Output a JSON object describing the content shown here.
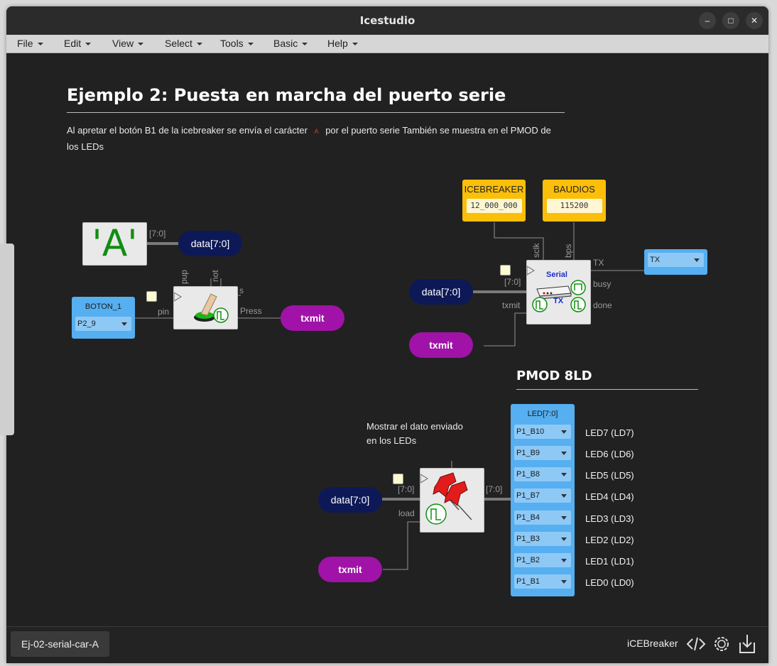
{
  "window": {
    "title": "Icestudio"
  },
  "menu": [
    "File",
    "Edit",
    "View",
    "Select",
    "Tools",
    "Basic",
    "Help"
  ],
  "heading": "Ejemplo 2: Puesta en marcha del puerto serie",
  "description": {
    "before": "Al apretar el botón B1 de la icebreaker se envía el carácter",
    "char": "A",
    "after": "por el puerto serie También se muestra en el PMOD de",
    "line2": "los LEDs"
  },
  "constant_block": {
    "value": "'A'",
    "bus": "[7:0]"
  },
  "labels": {
    "data": "data[7:0]",
    "txmit": "txmit"
  },
  "button_input": {
    "title": "BOTON_1",
    "pin": "P2_9"
  },
  "button_block": {
    "pup": "pup",
    "not": "not",
    "s": "s",
    "pin": "pin",
    "press": "Press"
  },
  "constants": [
    {
      "name": "ICEBREAKER",
      "value": "12_000_000"
    },
    {
      "name": "BAUDIOS",
      "value": "115200"
    }
  ],
  "serial_block": {
    "title": "Serial",
    "tx": "TX",
    "sclk": "sclk",
    "bps": "bps",
    "bus": "[7:0]",
    "txmit": "txmit",
    "out_tx": "TX",
    "busy": "busy",
    "done": "done"
  },
  "tx_output": {
    "pin": "TX"
  },
  "pmod": {
    "title": "PMOD 8LD",
    "box_title": "LED[7:0]",
    "pins": [
      "P1_B10",
      "P1_B9",
      "P1_B8",
      "P1_B7",
      "P1_B4",
      "P1_B3",
      "P1_B2",
      "P1_B1"
    ],
    "leds": [
      "LED7 (LD7)",
      "LED6 (LD6)",
      "LED5 (LD5)",
      "LED4 (LD4)",
      "LED3 (LD3)",
      "LED2 (LD2)",
      "LED1 (LD1)",
      "LED0 (LD0)"
    ]
  },
  "register": {
    "note1": "Mostrar el dato enviado",
    "note2": "en los LEDs",
    "bus_in": "[7:0]",
    "bus_out": "[7:0]",
    "load": "load"
  },
  "status": {
    "file": "Ej-02-serial-car-A",
    "board": "iCEBreaker"
  },
  "colors": {
    "navy": "#0d1957",
    "magenta": "#a012a8",
    "blue": "#55aff0",
    "yellow": "#fbbf09",
    "green": "#118d11"
  }
}
